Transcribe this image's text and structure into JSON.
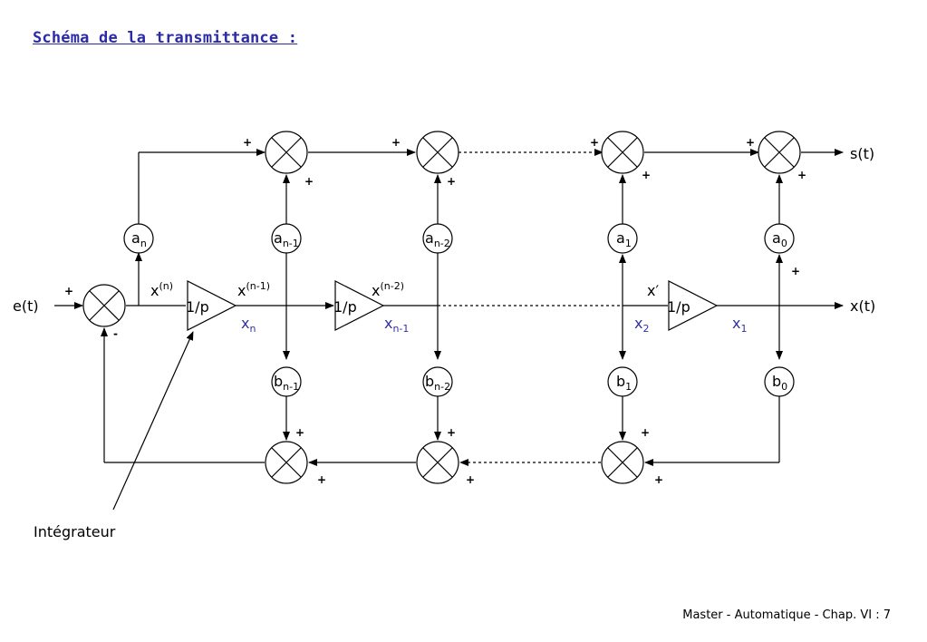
{
  "title": "Schéma de la transmittance :",
  "footer": "Master - Automatique -  Chap. VI : 7",
  "diagram": {
    "input_label": "e(t)",
    "output_s": "s(t)",
    "output_x": "x(t)",
    "integrator_note": "Intégrateur",
    "integrator_gain": "1/p",
    "coef_a": {
      "an": {
        "base": "a",
        "sub": "n"
      },
      "an1": {
        "base": "a",
        "sub": "n-1"
      },
      "an2": {
        "base": "a",
        "sub": "n-2"
      },
      "a1": {
        "base": "a",
        "sub": "1"
      },
      "a0": {
        "base": "a",
        "sub": "0"
      }
    },
    "coef_b": {
      "bn1": {
        "base": "b",
        "sub": "n-1"
      },
      "bn2": {
        "base": "b",
        "sub": "n-2"
      },
      "b1": {
        "base": "b",
        "sub": "1"
      },
      "b0": {
        "base": "b",
        "sub": "0"
      }
    },
    "derivs": {
      "xn": {
        "base": "x",
        "sup": "(n)"
      },
      "xn1": {
        "base": "x",
        "sup": "(n-1)"
      },
      "xn2": {
        "base": "x",
        "sup": "(n-2)"
      },
      "xp": {
        "base": "x",
        "sup": "′"
      }
    },
    "states": {
      "s_n": {
        "base": "x",
        "sub": "n"
      },
      "s_n1": {
        "base": "x",
        "sub": "n-1"
      },
      "s_2": {
        "base": "x",
        "sub": "2"
      },
      "s_1": {
        "base": "x",
        "sub": "1"
      }
    },
    "plus": "+",
    "minus": "-",
    "colors": {
      "line": "#000000",
      "state": "#3232a0",
      "title": "#2b2ba8"
    }
  }
}
